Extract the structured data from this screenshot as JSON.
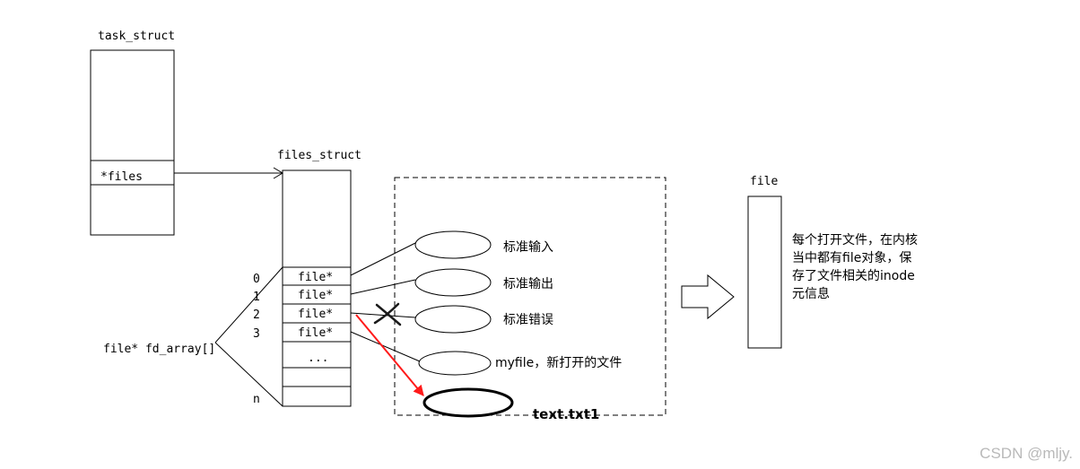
{
  "task_struct": {
    "title": "task_struct",
    "field": "*files"
  },
  "files_struct": {
    "title": "files_struct",
    "cells": [
      "file*",
      "file*",
      "file*",
      "file*",
      "..."
    ],
    "indices": [
      "0",
      "1",
      "2",
      "3"
    ],
    "last_index": "n",
    "array_label": "file* fd_array[]"
  },
  "open_files": {
    "stdin": "标准输入",
    "stdout": "标准输出",
    "stderr": "标准错误",
    "myfile": "myfile，新打开的文件",
    "new_file": "text.txt1"
  },
  "file_object": {
    "title": "file",
    "description_lines": [
      "每个打开文件，在内核",
      "当中都有file对象，保",
      "存了文件相关的inode",
      "元信息"
    ]
  },
  "watermark": "CSDN @mljy.",
  "colors": {
    "highlight_arrow": "#ff1a1a",
    "cross_mark": "#1a1a1a",
    "lines": "#000000"
  }
}
